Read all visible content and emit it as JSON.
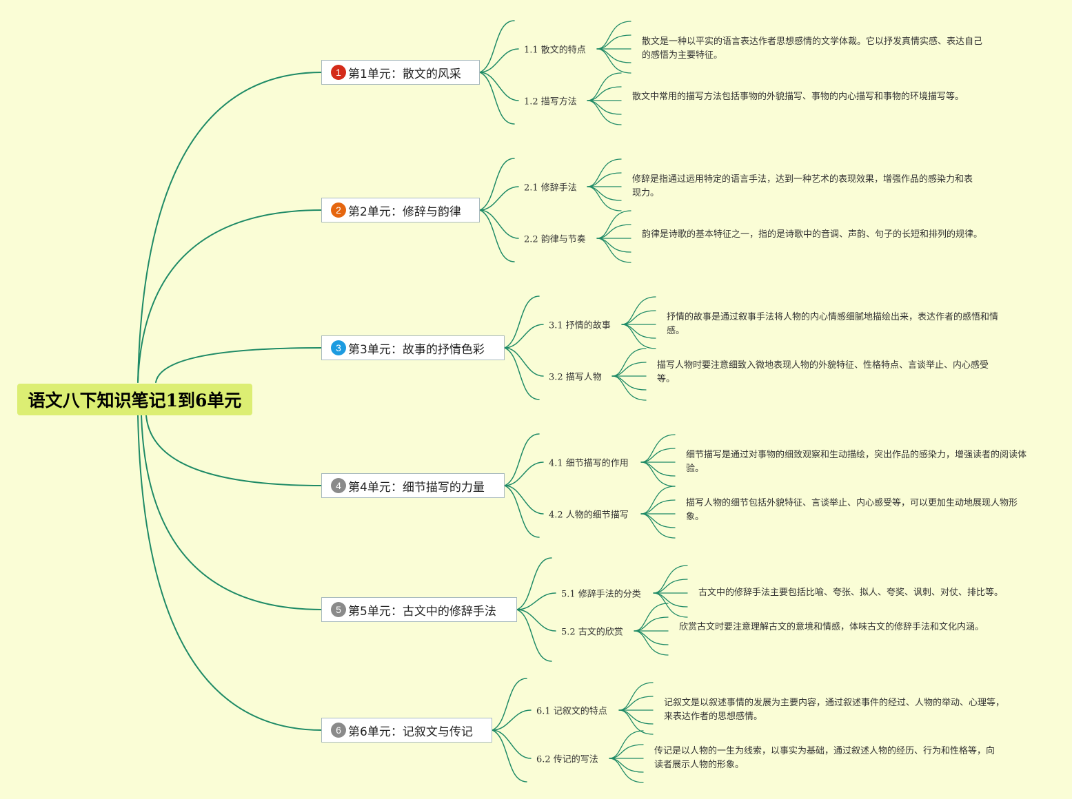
{
  "root": {
    "title": "语文八下知识笔记1到6单元"
  },
  "units": [
    {
      "num": "1",
      "badge_color": "#d42b19",
      "title": "第1单元：散文的风采",
      "subs": [
        {
          "title": "1.1 散文的特点",
          "desc": "散文是一种以平实的语言表达作者思想感情的文学体裁。它以抒发真情实感、表达自己的感悟为主要特征。"
        },
        {
          "title": "1.2 描写方法",
          "desc": "散文中常用的描写方法包括事物的外貌描写、事物的内心描写和事物的环境描写等。"
        }
      ]
    },
    {
      "num": "2",
      "badge_color": "#e5660f",
      "title": "第2单元：修辞与韵律",
      "subs": [
        {
          "title": "2.1 修辞手法",
          "desc": "修辞是指通过运用特定的语言手法，达到一种艺术的表现效果，增强作品的感染力和表现力。"
        },
        {
          "title": "2.2 韵律与节奏",
          "desc": "韵律是诗歌的基本特征之一，指的是诗歌中的音调、声韵、句子的长短和排列的规律。"
        }
      ]
    },
    {
      "num": "3",
      "badge_color": "#1c9be0",
      "title": "第3单元：故事的抒情色彩",
      "subs": [
        {
          "title": "3.1 抒情的故事",
          "desc": "抒情的故事是通过叙事手法将人物的内心情感细腻地描绘出来，表达作者的感悟和情感。"
        },
        {
          "title": "3.2 描写人物",
          "desc": "描写人物时要注意细致入微地表现人物的外貌特征、性格特点、言谈举止、内心感受等。"
        }
      ]
    },
    {
      "num": "4",
      "badge_color": "#8a8a8a",
      "title": "第4单元：细节描写的力量",
      "subs": [
        {
          "title": "4.1 细节描写的作用",
          "desc": "细节描写是通过对事物的细致观察和生动描绘，突出作品的感染力，增强读者的阅读体验。"
        },
        {
          "title": "4.2 人物的细节描写",
          "desc": "描写人物的细节包括外貌特征、言谈举止、内心感受等，可以更加生动地展现人物形象。"
        }
      ]
    },
    {
      "num": "5",
      "badge_color": "#8a8a8a",
      "title": "第5单元：古文中的修辞手法",
      "subs": [
        {
          "title": "5.1 修辞手法的分类",
          "desc": "古文中的修辞手法主要包括比喻、夸张、拟人、夸奖、讽刺、对仗、排比等。"
        },
        {
          "title": "5.2 古文的欣赏",
          "desc": "欣赏古文时要注意理解古文的意境和情感，体味古文的修辞手法和文化内涵。"
        }
      ]
    },
    {
      "num": "6",
      "badge_color": "#8a8a8a",
      "title": "第6单元：记叙文与传记",
      "subs": [
        {
          "title": "6.1 记叙文的特点",
          "desc": "记叙文是以叙述事情的发展为主要内容，通过叙述事件的经过、人物的举动、心理等，来表达作者的思想感情。"
        },
        {
          "title": "6.2 传记的写法",
          "desc": "传记是以人物的一生为线索，以事实为基础，通过叙述人物的经历、行为和性格等，向读者展示人物的形象。"
        }
      ]
    }
  ]
}
